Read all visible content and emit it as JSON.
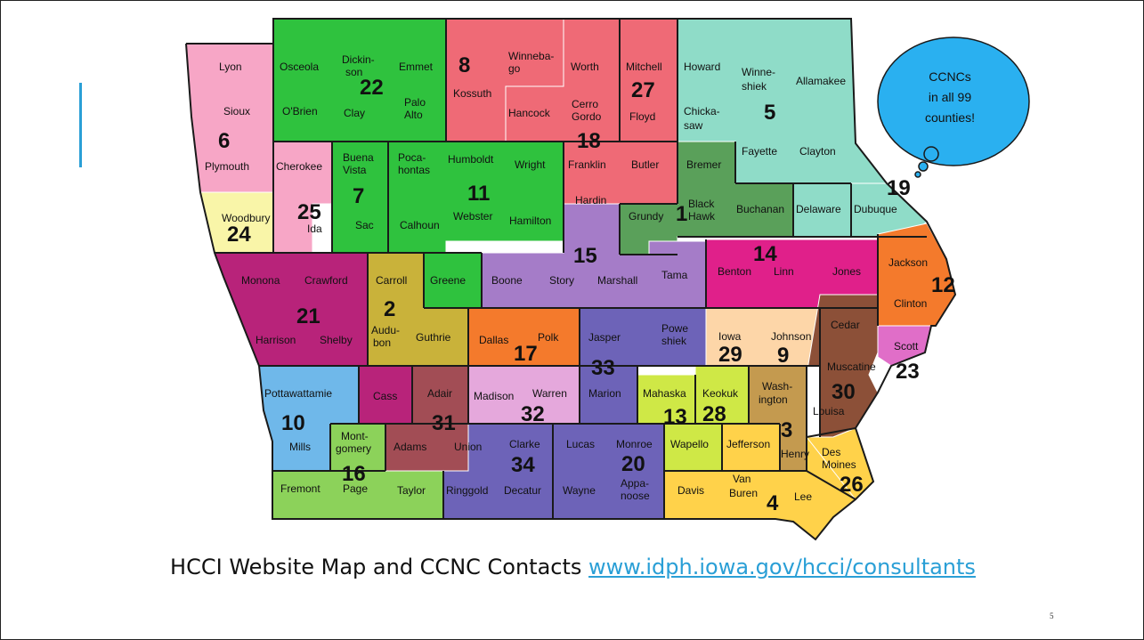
{
  "colors": {
    "r1": "#5aa05a",
    "r2": "#c9b23a",
    "r3": "#c49a4f",
    "r4": "#ffd24a",
    "r5": "#8fdcc8",
    "r6": "#f7a6c6",
    "r7": "#2fc23e",
    "r8": "#ef6a76",
    "r9": "#fdd6a8",
    "r10": "#6fb8ea",
    "r11": "#2fc23e",
    "r12": "#f47a2c",
    "r13": "#cfe846",
    "r14": "#e0208a",
    "r15": "#a57cc8",
    "r16": "#8cd25a",
    "r17": "#f47a2c",
    "r18": "#ef6a76",
    "r19": "#8fdcc8",
    "r20": "#6d63b8",
    "r21": "#b8237a",
    "r22": "#2fc23e",
    "r23": "#e06ec8",
    "r24": "#f9f5a8",
    "r25": "#f7a6c6",
    "r26": "#ffd24a",
    "r27": "#ef6a76",
    "r28": "#cfe846",
    "r29": "#fdd6a8",
    "r30": "#8c5038",
    "r31": "#a24d55",
    "r32": "#e5a8dc",
    "r33": "#6d63b8",
    "r34": "#6d63b8",
    "accent": "#2a9fd6",
    "bubble": "#2ab0f0"
  },
  "counties": {
    "lyon": "Lyon",
    "osceola": "Osceola",
    "dickinson": "Dickin-",
    "dickinson2": "son",
    "emmet": "Emmet",
    "winnebago": "Winneba-",
    "winnebago2": "go",
    "worth": "Worth",
    "mitchell": "Mitchell",
    "howard": "Howard",
    "winneshiek": "Winne-",
    "winneshiek2": "shiek",
    "allamakee": "Allamakee",
    "sioux": "Sioux",
    "obrien": "O'Brien",
    "clay": "Clay",
    "palo": "Palo",
    "alto": "Alto",
    "kossuth": "Kossuth",
    "hancock": "Hancock",
    "cerro": "Cerro",
    "gordo": "Gordo",
    "floyd": "Floyd",
    "chickasaw": "Chicka-",
    "chickasaw2": "saw",
    "plymouth": "Plymouth",
    "cherokee": "Cherokee",
    "buena": "Buena",
    "vista": "Vista",
    "pocahontas": "Poca-",
    "pocahontas2": "hontas",
    "humboldt": "Humboldt",
    "wright": "Wright",
    "franklin": "Franklin",
    "butler": "Butler",
    "bremer": "Bremer",
    "fayette": "Fayette",
    "clayton": "Clayton",
    "woodbury": "Woodbury",
    "ida": "Ida",
    "sac": "Sac",
    "calhoun": "Calhoun",
    "webster": "Webster",
    "hamilton": "Hamilton",
    "hardin": "Hardin",
    "grundy": "Grundy",
    "black": "Black",
    "hawk": "Hawk",
    "buchanan": "Buchanan",
    "delaware": "Delaware",
    "dubuque": "Dubuque",
    "monona": "Monona",
    "crawford": "Crawford",
    "carroll": "Carroll",
    "greene": "Greene",
    "boone": "Boone",
    "story": "Story",
    "marshall": "Marshall",
    "tama": "Tama",
    "benton": "Benton",
    "linn": "Linn",
    "jones": "Jones",
    "jackson": "Jackson",
    "clinton": "Clinton",
    "harrison": "Harrison",
    "shelby": "Shelby",
    "audubon": "Audu-",
    "audubon2": "bon",
    "guthrie": "Guthrie",
    "dallas": "Dallas",
    "polk": "Polk",
    "jasper": "Jasper",
    "poweshiek": "Powe",
    "poweshiek2": "shiek",
    "iowa": "Iowa",
    "johnson": "Johnson",
    "cedar": "Cedar",
    "scott": "Scott",
    "muscatine": "Muscatine",
    "pottawattamie": "Pottawattamie",
    "cass": "Cass",
    "adair": "Adair",
    "madison": "Madison",
    "warren": "Warren",
    "marion": "Marion",
    "mahaska": "Mahaska",
    "keokuk": "Keokuk",
    "washington": "Wash-",
    "washington2": "ington",
    "louisa": "Louisa",
    "mills": "Mills",
    "montgomery": "Mont-",
    "montgomery2": "gomery",
    "adams": "Adams",
    "union": "Union",
    "clarke": "Clarke",
    "lucas": "Lucas",
    "monroe": "Monroe",
    "wapello": "Wapello",
    "jefferson": "Jefferson",
    "henry": "Henry",
    "desmoines": "Des",
    "desmoines2": "Moines",
    "fremont": "Fremont",
    "page": "Page",
    "taylor": "Taylor",
    "ringgold": "Ringgold",
    "decatur": "Decatur",
    "wayne": "Wayne",
    "appanoose": "Appa-",
    "appanoose2": "noose",
    "davis": "Davis",
    "vanburen": "Van",
    "vanburen2": "Buren",
    "lee": "Lee"
  },
  "regions": {
    "n1": "1",
    "n2": "2",
    "n3": "3",
    "n4": "4",
    "n5": "5",
    "n6": "6",
    "n7": "7",
    "n8": "8",
    "n9": "9",
    "n10": "10",
    "n11": "11",
    "n12": "12",
    "n13": "13",
    "n14": "14",
    "n15": "15",
    "n16": "16",
    "n17": "17",
    "n18": "18",
    "n19": "19",
    "n20": "20",
    "n21": "21",
    "n22": "22",
    "n23": "23",
    "n24": "24",
    "n25": "25",
    "n26": "26",
    "n27": "27",
    "n28": "28",
    "n29": "29",
    "n30": "30",
    "n31": "31",
    "n32": "32",
    "n33": "33",
    "n34": "34"
  },
  "bubble": {
    "line1": "CCNCs",
    "line2": "in all 99",
    "line3": "counties!"
  },
  "caption": {
    "text": "HCCI Website Map and CCNC Contacts ",
    "link": "www.idph.iowa.gov/hcci/consultants"
  },
  "page_number": "5"
}
